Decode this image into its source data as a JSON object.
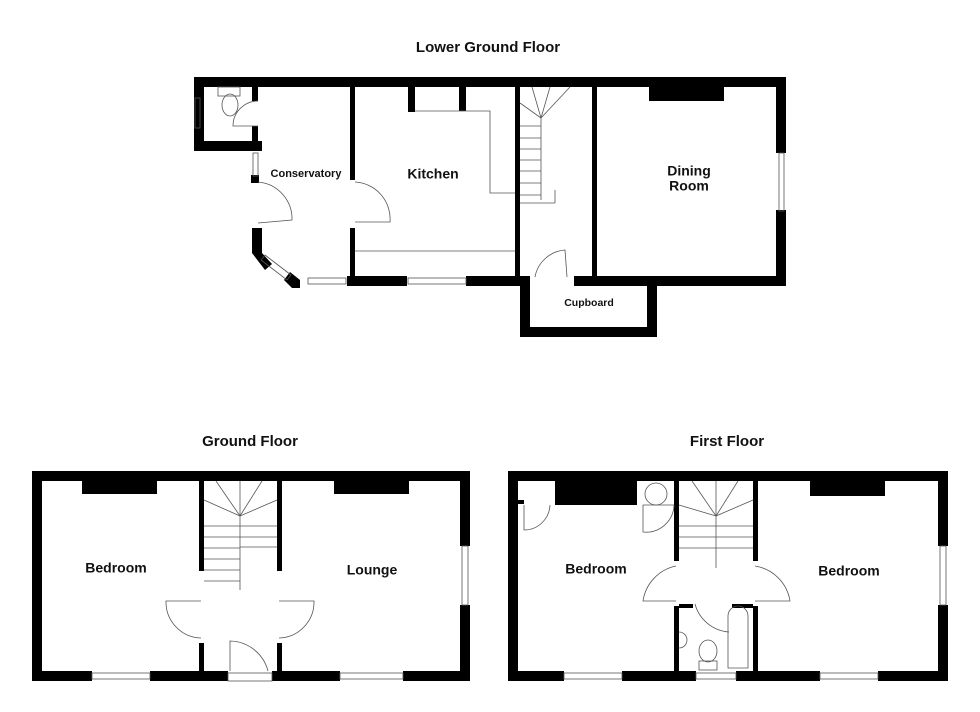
{
  "floors": {
    "lower_ground": {
      "title": "Lower Ground Floor",
      "rooms": {
        "conservatory": "Conservatory",
        "kitchen": "Kitchen",
        "dining_room": "Dining\nRoom",
        "cupboard": "Cupboard"
      }
    },
    "ground": {
      "title": "Ground Floor",
      "rooms": {
        "bedroom": "Bedroom",
        "lounge": "Lounge"
      }
    },
    "first": {
      "title": "First Floor",
      "rooms": {
        "bedroom_left": "Bedroom",
        "bedroom_right": "Bedroom"
      }
    }
  },
  "colors": {
    "wall": "#000000",
    "fixture_line": "#555555",
    "background": "#ffffff"
  }
}
